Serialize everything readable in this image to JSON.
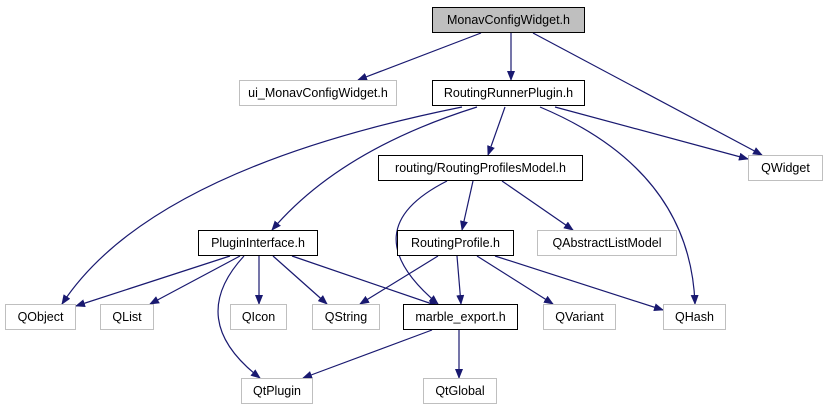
{
  "graph": {
    "nodes": [
      {
        "id": "monav",
        "label": "MonavConfigWidget.h",
        "kind": "root"
      },
      {
        "id": "ui",
        "label": "ui_MonavConfigWidget.h",
        "kind": "ext"
      },
      {
        "id": "rrp",
        "label": "RoutingRunnerPlugin.h",
        "kind": "doc"
      },
      {
        "id": "qwidget",
        "label": "QWidget",
        "kind": "ext"
      },
      {
        "id": "rpm",
        "label": "routing/RoutingProfilesModel.h",
        "kind": "doc"
      },
      {
        "id": "pi",
        "label": "PluginInterface.h",
        "kind": "doc"
      },
      {
        "id": "rp",
        "label": "RoutingProfile.h",
        "kind": "doc"
      },
      {
        "id": "qalm",
        "label": "QAbstractListModel",
        "kind": "ext"
      },
      {
        "id": "qobject",
        "label": "QObject",
        "kind": "ext"
      },
      {
        "id": "qlist",
        "label": "QList",
        "kind": "ext"
      },
      {
        "id": "qicon",
        "label": "QIcon",
        "kind": "ext"
      },
      {
        "id": "qstring",
        "label": "QString",
        "kind": "ext"
      },
      {
        "id": "marble",
        "label": "marble_export.h",
        "kind": "doc"
      },
      {
        "id": "qvariant",
        "label": "QVariant",
        "kind": "ext"
      },
      {
        "id": "qhash",
        "label": "QHash",
        "kind": "ext"
      },
      {
        "id": "qtplugin",
        "label": "QtPlugin",
        "kind": "ext"
      },
      {
        "id": "qtglobal",
        "label": "QtGlobal",
        "kind": "ext"
      }
    ],
    "edges": [
      [
        "monav",
        "ui"
      ],
      [
        "monav",
        "rrp"
      ],
      [
        "monav",
        "qwidget"
      ],
      [
        "rrp",
        "qobject"
      ],
      [
        "rrp",
        "pi"
      ],
      [
        "rrp",
        "rpm"
      ],
      [
        "rrp",
        "qhash"
      ],
      [
        "rrp",
        "qwidget"
      ],
      [
        "rpm",
        "marble"
      ],
      [
        "rpm",
        "rp"
      ],
      [
        "rpm",
        "qalm"
      ],
      [
        "pi",
        "qobject"
      ],
      [
        "pi",
        "qlist"
      ],
      [
        "pi",
        "qtplugin"
      ],
      [
        "pi",
        "qicon"
      ],
      [
        "pi",
        "qstring"
      ],
      [
        "pi",
        "marble"
      ],
      [
        "rp",
        "qstring"
      ],
      [
        "rp",
        "marble"
      ],
      [
        "rp",
        "qvariant"
      ],
      [
        "rp",
        "qhash"
      ],
      [
        "marble",
        "qtplugin"
      ],
      [
        "marble",
        "qtglobal"
      ]
    ],
    "colors": {
      "edge": "#191970",
      "root_fill": "#bfbfbf",
      "ext_border": "#bfbfbf",
      "doc_border": "#000000"
    }
  }
}
